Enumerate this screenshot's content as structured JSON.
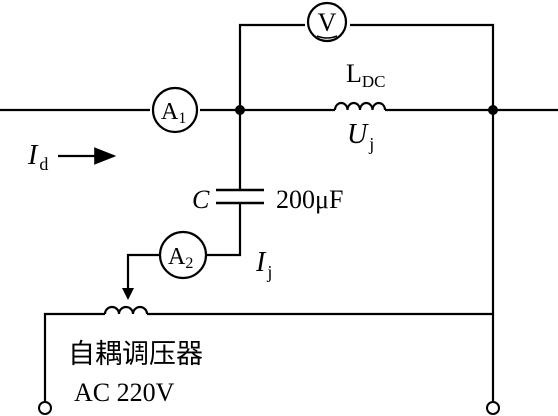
{
  "circuit": {
    "voltmeter": {
      "symbol": "V"
    },
    "ammeter_1": {
      "letter": "A",
      "subscript": "1"
    },
    "ammeter_2": {
      "letter": "A",
      "subscript": "2"
    },
    "inductor": {
      "letter": "L",
      "subscript": "DC"
    },
    "inductor_voltage": {
      "letter": "U",
      "subscript": "j"
    },
    "dc_current": {
      "letter": "I",
      "subscript": "d"
    },
    "branch_current": {
      "letter": "I",
      "subscript": "j"
    },
    "capacitor": {
      "letter": "C",
      "value": "200μF"
    },
    "autotransformer": {
      "name": "自耦调压器",
      "rating": "AC 220V"
    }
  }
}
